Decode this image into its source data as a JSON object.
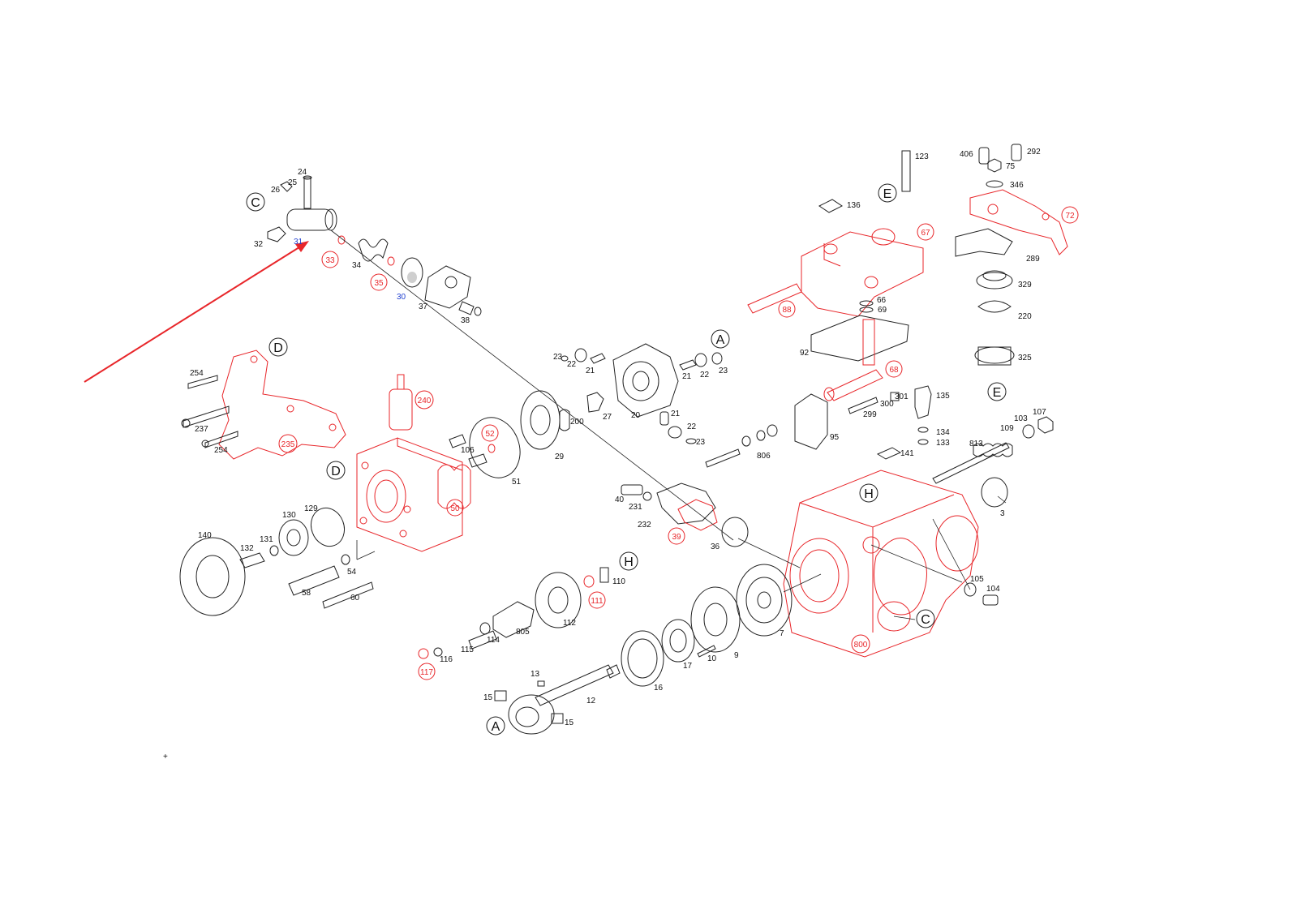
{
  "diagram": {
    "ref_markers": [
      {
        "id": "C1",
        "text": "C"
      },
      {
        "id": "D1",
        "text": "D"
      },
      {
        "id": "D2",
        "text": "D"
      },
      {
        "id": "A1",
        "text": "A"
      },
      {
        "id": "A2",
        "text": "A"
      },
      {
        "id": "E1",
        "text": "E"
      },
      {
        "id": "E2",
        "text": "E"
      },
      {
        "id": "H1",
        "text": "H"
      },
      {
        "id": "H2",
        "text": "H"
      },
      {
        "id": "C2",
        "text": "C"
      }
    ],
    "labels_black": [
      "24",
      "25",
      "26",
      "32",
      "34",
      "37",
      "38",
      "254",
      "237",
      "254",
      "106",
      "51",
      "29",
      "200",
      "27",
      "23",
      "22",
      "21",
      "21",
      "22",
      "23",
      "20",
      "21",
      "22",
      "23",
      "123",
      "136",
      "66",
      "69",
      "92",
      "406",
      "75",
      "292",
      "346",
      "289",
      "329",
      "220",
      "325",
      "135",
      "134",
      "133",
      "300",
      "301",
      "299",
      "95",
      "806",
      "813",
      "109",
      "103",
      "107",
      "141",
      "3",
      "40",
      "231",
      "232",
      "36",
      "140",
      "132",
      "131",
      "130",
      "129",
      "58",
      "54",
      "60",
      "110",
      "112",
      "805",
      "114",
      "115",
      "116",
      "13",
      "15",
      "12",
      "15",
      "16",
      "17",
      "10",
      "9",
      "7",
      "105",
      "104"
    ],
    "labels_red": [
      "33",
      "35",
      "240",
      "235",
      "52",
      "50",
      "88",
      "67",
      "72",
      "68",
      "39",
      "111",
      "117",
      "800"
    ],
    "labels_blue": [
      "30",
      "31"
    ],
    "small_mark": "+",
    "colors": {
      "red": "#e8262a",
      "black": "#222222",
      "blue": "#1f3fd0"
    }
  }
}
